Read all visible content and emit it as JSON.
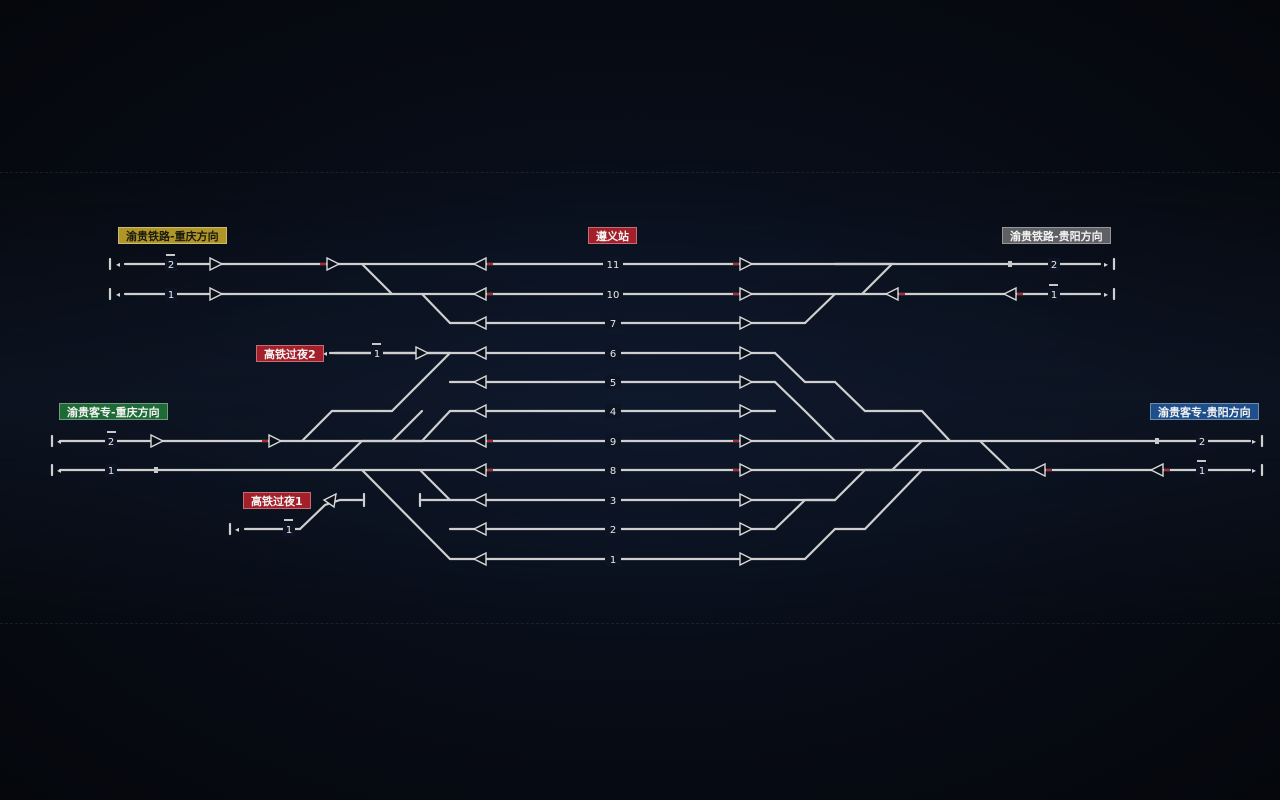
{
  "labels": {
    "chongqing_railway": "渝贵铁路-重庆方向",
    "guiyang_railway": "渝贵铁路-贵阳方向",
    "station": "遵义站",
    "overnight_2": "高铁过夜2",
    "overnight_1": "高铁过夜1",
    "chongqing_pdl": "渝贵客专-重庆方向",
    "guiyang_pdl": "渝贵客专-贵阳方向"
  },
  "colors": {
    "label_yellow": "#b09626",
    "label_gray": "#5e6064",
    "label_red": "#a3202a",
    "label_green": "#1e6a36",
    "label_blue": "#1f4f8a",
    "track": "#cfcfcf"
  },
  "track_numbers": [
    "11",
    "10",
    "7",
    "6",
    "5",
    "4",
    "9",
    "8",
    "3",
    "2",
    "1"
  ],
  "line_numbers": {
    "chongqing_railway": [
      "2",
      "1"
    ],
    "guiyang_railway": [
      "2",
      "1"
    ],
    "chongqing_pdl": [
      "2",
      "1"
    ],
    "guiyang_pdl": [
      "2",
      "1"
    ],
    "overnight_2": "1",
    "overnight_1": "1"
  }
}
